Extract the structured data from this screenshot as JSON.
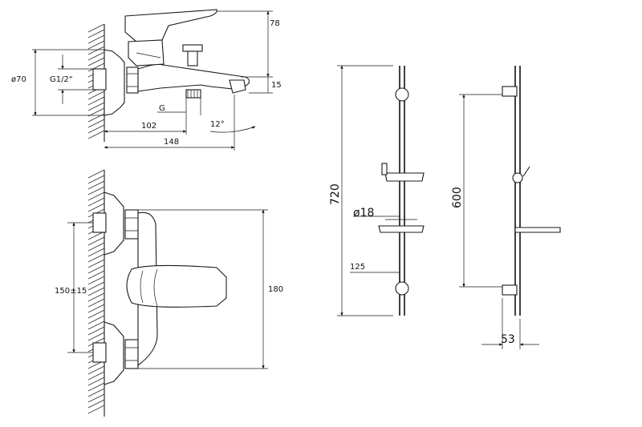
{
  "colors": {
    "line": "#1a1a1a",
    "background": "#ffffff"
  },
  "side_view": {
    "dim_78": "78",
    "dim_15": "15",
    "dim_d70": "ø70",
    "dim_g12": "G1/2\"",
    "dim_g": "G",
    "dim_102": "102",
    "dim_148": "148",
    "dim_angle": "12°"
  },
  "front_view": {
    "dim_150": "150±15",
    "dim_180": "180"
  },
  "rail_front": {
    "dim_720": "720",
    "dim_d18": "ø18",
    "dim_125": "125"
  },
  "rail_side": {
    "dim_600": "600",
    "dim_53": "53"
  }
}
